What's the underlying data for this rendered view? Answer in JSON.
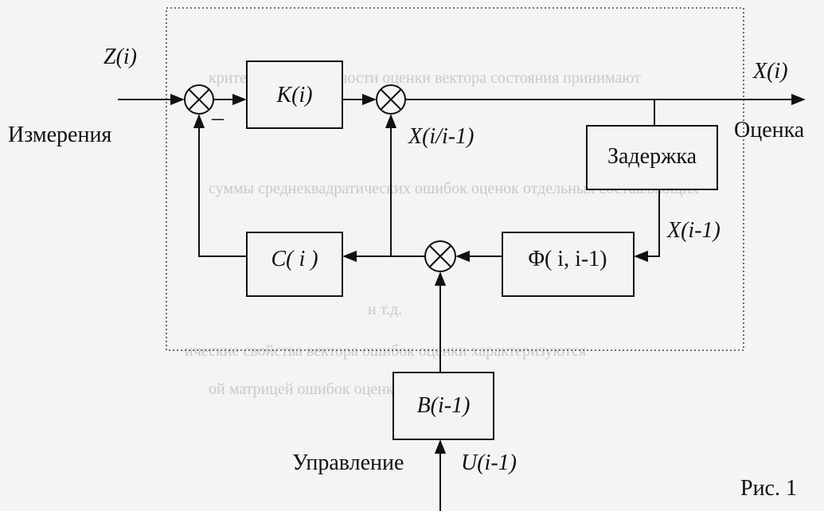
{
  "diagram": {
    "caption": "Рис. 1",
    "inputs": {
      "measurement_signal": "Z(i)",
      "measurement_label": "Измерения",
      "control_signal": "U(i-1)",
      "control_label": "Управление"
    },
    "outputs": {
      "estimate_signal": "X(i)",
      "estimate_label": "Оценка"
    },
    "blocks": {
      "gain": "K(i)",
      "observation": "C( i )",
      "transition": "Φ( i, i-1)",
      "delay": "Задержка",
      "control_gain": "B(i-1)"
    },
    "signals": {
      "prediction": "X(i/i-1)",
      "previous_estimate": "X(i-1)"
    },
    "sign_minus": "–"
  },
  "background_text": [
    "критерия оптимальности оценки вектора состояния принимают",
    "суммы среднеквадратических ошибок оценок отдельных составляющих",
    "ические свойства вектора ошибок оценки  характеризуются",
    "ой матрицей ошибок оценки",
    "и т.д."
  ]
}
